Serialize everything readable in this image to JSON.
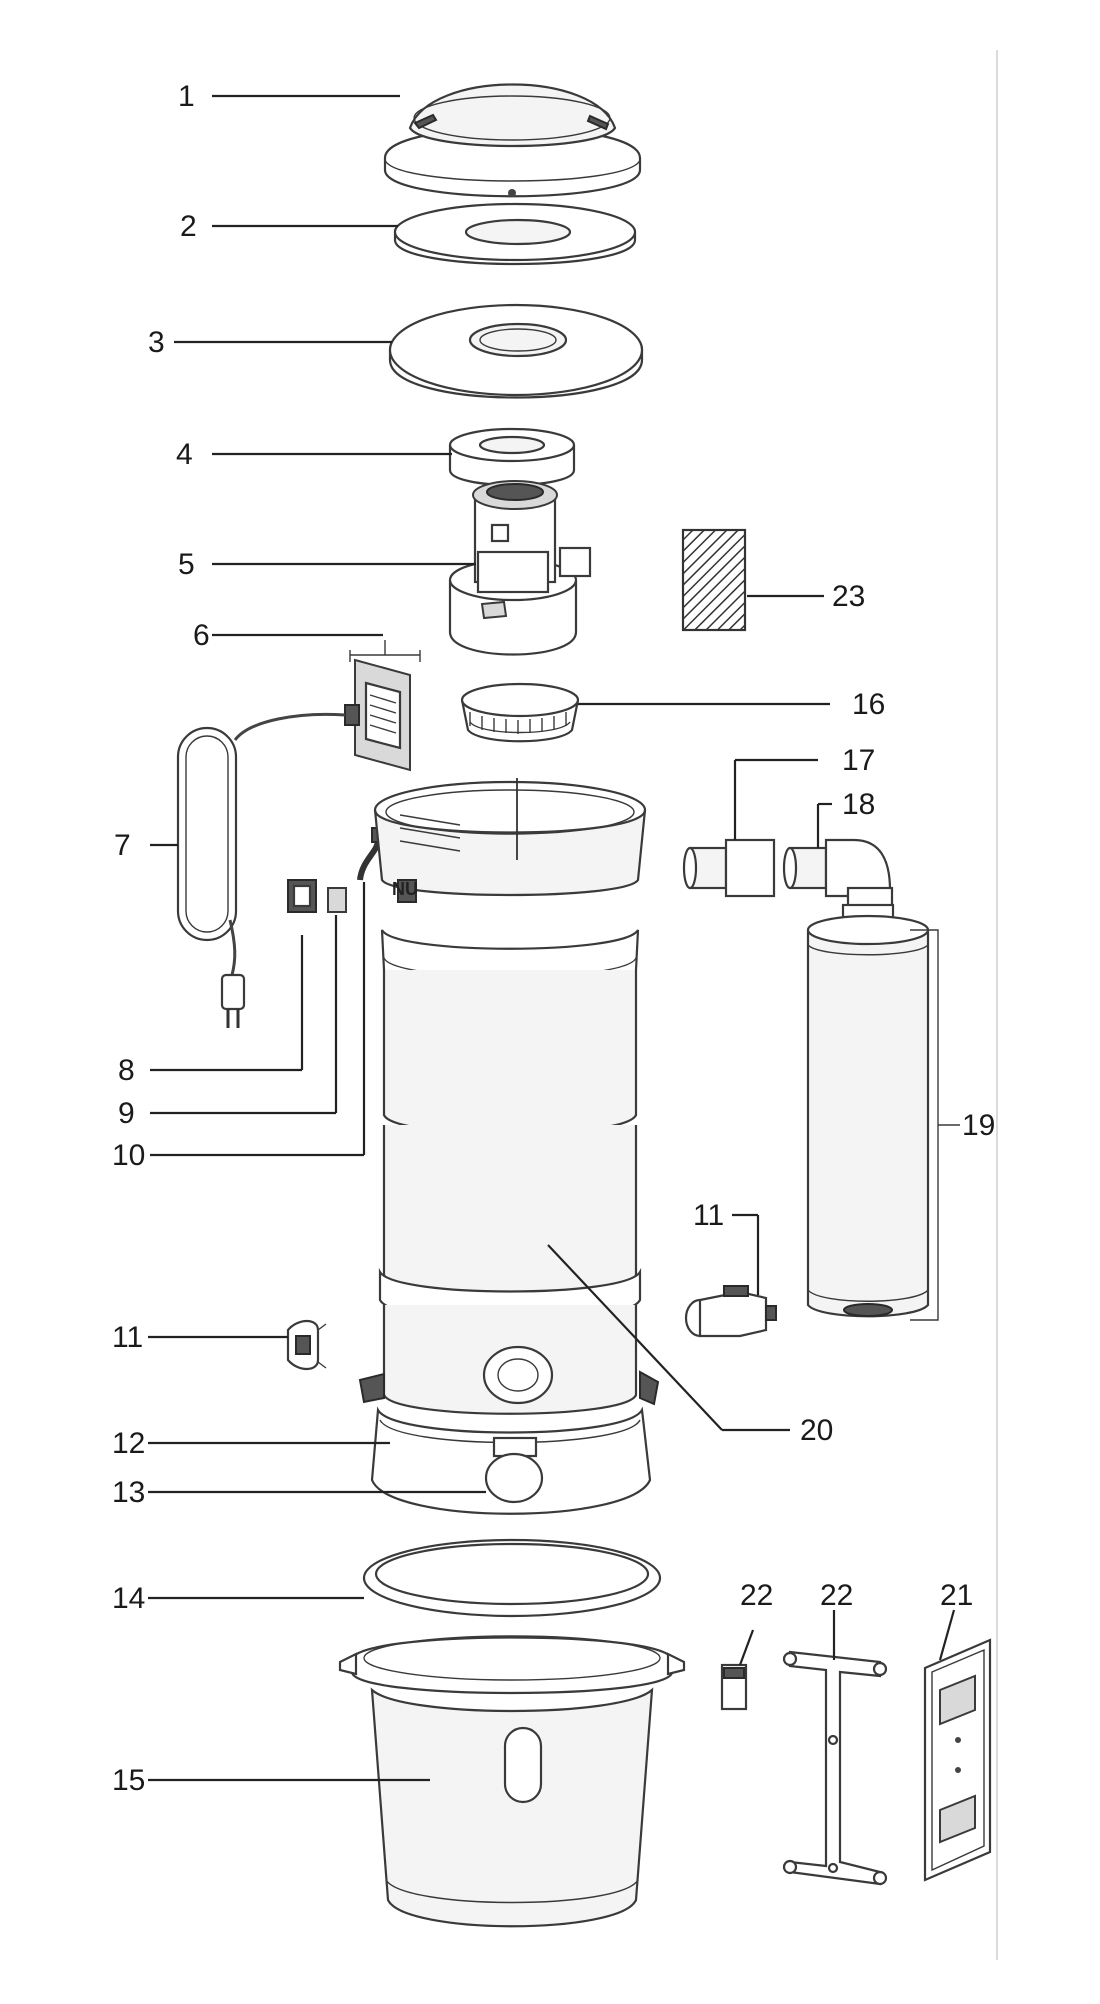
{
  "labels": {
    "l1": "1",
    "l2": "2",
    "l3": "3",
    "l4": "4",
    "l5": "5",
    "l6": "6",
    "l7": "7",
    "l8": "8",
    "l9": "9",
    "l10": "10",
    "l11a": "11",
    "l11b": "11",
    "l12": "12",
    "l13": "13",
    "l14": "14",
    "l15": "15",
    "l16": "16",
    "l17": "17",
    "l18": "18",
    "l19": "19",
    "l20": "20",
    "l21": "21",
    "l22a": "22",
    "l22b": "22",
    "l23": "23"
  },
  "logo_text": "NU"
}
